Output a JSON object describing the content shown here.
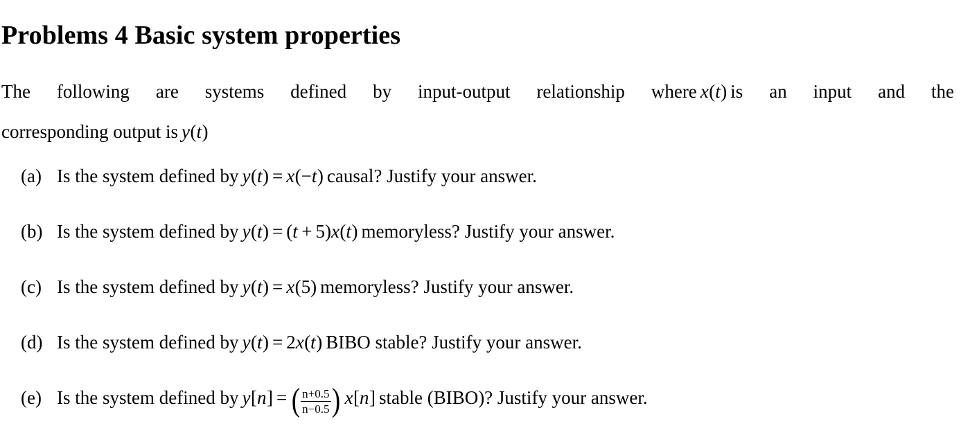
{
  "document": {
    "title": "Problems 4 Basic system properties",
    "intro": {
      "line1": "The following are systems defined by input-output relationship where",
      "line1_math": "x(t)",
      "line1_end": "is an input and the",
      "line2": "corresponding output is",
      "line2_math": "y(t)"
    },
    "problems": [
      {
        "label": "(a)",
        "prefix": "Is the system defined by",
        "equation_lhs": "y(t)",
        "equation_rel": "=",
        "equation_rhs": "x(−t)",
        "suffix": "causal?  Justify your answer.",
        "property": "causal"
      },
      {
        "label": "(b)",
        "prefix": "Is the system defined by",
        "equation_lhs": "y(t)",
        "equation_rel": "=",
        "equation_rhs": "(t + 5)x(t)",
        "suffix": "memoryless?  Justify your answer.",
        "property": "memoryless"
      },
      {
        "label": "(c)",
        "prefix": "Is the system defined by",
        "equation_lhs": "y(t)",
        "equation_rel": "=",
        "equation_rhs": "x(5)",
        "suffix": "memoryless?  Justify your answer.",
        "property": "memoryless"
      },
      {
        "label": "(d)",
        "prefix": "Is the system defined by",
        "equation_lhs": "y(t)",
        "equation_rel": "=",
        "equation_rhs": "2x(t)",
        "suffix": "BIBO stable?  Justify your answer.",
        "property": "BIBO stable"
      },
      {
        "label": "(e)",
        "prefix": "Is the system defined by",
        "equation_lhs": "y[n]",
        "equation_rel": "=",
        "fraction_numerator": "n+0.5",
        "fraction_denominator": "n−0.5",
        "equation_rhs_tail": "x[n]",
        "suffix": "stable (BIBO)?  Justify your answer.",
        "property": "stable (BIBO)"
      }
    ],
    "symbols": {
      "var_x": "x",
      "var_y": "y",
      "var_t": "t",
      "var_n": "n",
      "equals": "=",
      "plus": "+",
      "minus": "−",
      "paren_open": "(",
      "paren_close": ")",
      "bracket_open": "[",
      "bracket_close": "]",
      "num_5": "5",
      "num_2": "2",
      "frac_num_prefix": "+0.5",
      "frac_den_prefix": "−0.5"
    },
    "colors": {
      "text": "#000000",
      "background": "#ffffff"
    }
  }
}
